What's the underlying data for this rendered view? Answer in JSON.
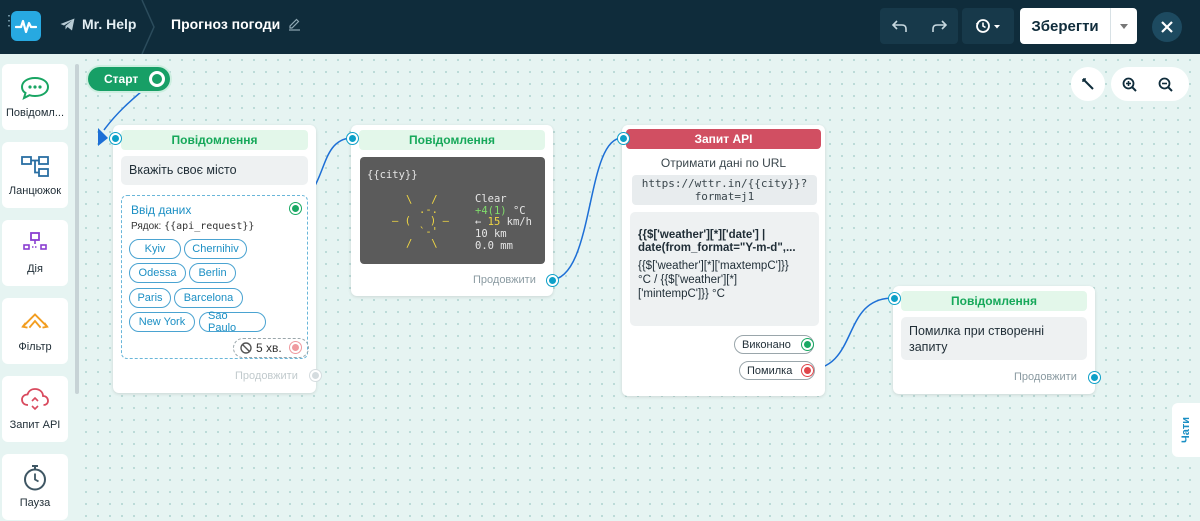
{
  "header": {
    "bot_name": "Mr. Help",
    "flow_title": "Прогноз погоди",
    "save_label": "Зберегти"
  },
  "sidebar": {
    "items": [
      {
        "label": "Повідомл...",
        "icon": "chat-bubble-icon"
      },
      {
        "label": "Ланцюжок",
        "icon": "chain-icon"
      },
      {
        "label": "Дія",
        "icon": "action-icon"
      },
      {
        "label": "Фільтр",
        "icon": "filter-icon"
      },
      {
        "label": "Запит API",
        "icon": "api-cloud-icon"
      },
      {
        "label": "Пауза",
        "icon": "stopwatch-icon"
      }
    ]
  },
  "canvas": {
    "start_label": "Старт",
    "chats_label": "Чати",
    "node1": {
      "header": "Повідомлення",
      "message": "Вкажіть своє місто",
      "input_title": "Ввід даних",
      "row_label": "Рядок:",
      "row_value": "{{api_request}}",
      "chips": [
        "Kyiv",
        "Chernihiv",
        "Odessa",
        "Berlin",
        "Paris",
        "Barcelona",
        "New York",
        "Sao Paulo"
      ],
      "timeout": "5 хв.",
      "continue": "Продовжити"
    },
    "node2": {
      "header": "Повідомлення",
      "terminal_city": "{{city}}",
      "sun_1": "\\   /",
      "sun_2": ".-.",
      "sun_3": "― (   ) ―",
      "sun_4": "`-'",
      "sun_5": "/   \\",
      "weather_1": "Clear",
      "weather_2a": "+4",
      "weather_2b": "(1)",
      "weather_2c": " °C",
      "weather_3a": "← ",
      "weather_3b": "15",
      "weather_3c": " km/h",
      "weather_4": "10 km",
      "weather_5": "0.0 mm",
      "continue": "Продовжити"
    },
    "node3": {
      "header": "Запит API",
      "subtitle": "Отримати дані по URL",
      "url_1": "https://wttr.in/{{city}}?",
      "url_2": "format=j1",
      "resp_bold_1": "{{$['weather'][*]['date'] |",
      "resp_bold_2": "date(from_format=\"Y-m-d\",...",
      "resp_1": "{{$['weather'][*]['maxtempC']}}",
      "resp_2": "°C / {{$['weather'][*]",
      "resp_3": "['mintempC']}} °C",
      "done": "Виконано",
      "error": "Помилка"
    },
    "node4": {
      "header": "Повідомлення",
      "message_1": "Помилка при створенні",
      "message_2": "запиту",
      "continue": "Продовжити"
    }
  }
}
